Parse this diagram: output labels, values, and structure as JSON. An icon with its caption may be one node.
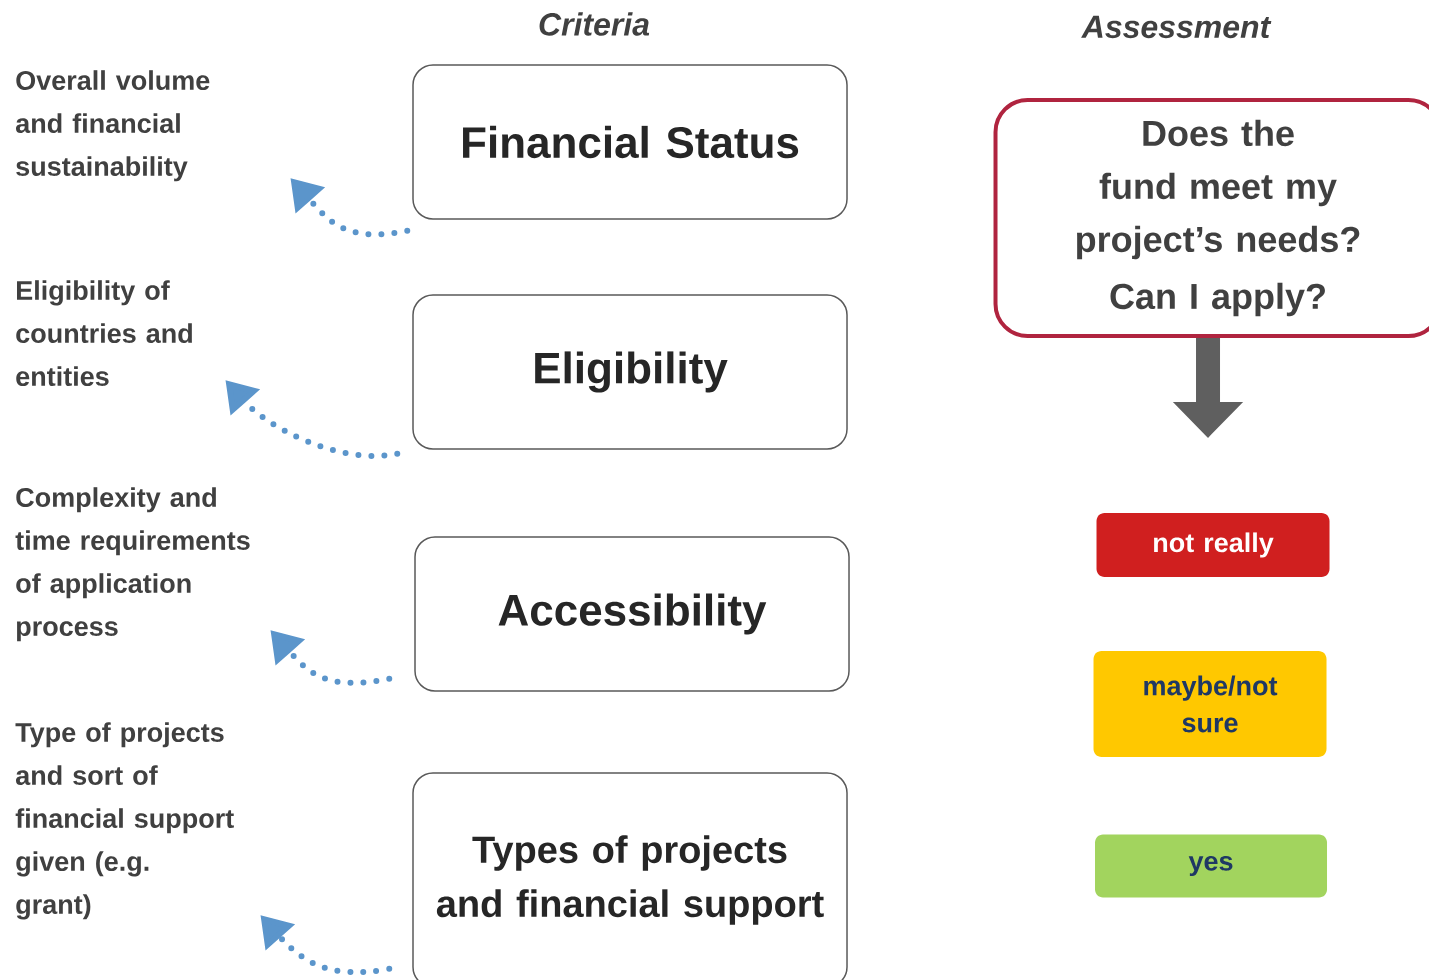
{
  "diagram": {
    "nodes": [
      {
        "text": [
          "Financial Status"
        ]
      },
      {
        "text": [
          "Eligibility"
        ]
      },
      {
        "text": [
          "Accessibility"
        ]
      },
      {
        "text": [
          "Types of projects and financial support"
        ]
      },
      {
        "text": [
          "Overall volume and financial sustainability"
        ]
      },
      {
        "text": [
          "Eligibility of countries and entities"
        ]
      },
      {
        "text": [
          "Complexity and time requirements of application process"
        ]
      },
      {
        "text": [
          "Type of projects and sort of financial support given (e.g. grant)"
        ]
      },
      {
        "text": [
          "Does the fund meet my project’s needs?",
          "Can I apply?"
        ]
      },
      {
        "text": [
          "not really"
        ]
      },
      {
        "text": [
          "maybe/not sure"
        ]
      },
      {
        "text": [
          "yes"
        ]
      }
    ],
    "edges": [
      {
        "from": 0,
        "to": 4,
        "arrow": "to",
        "style": "dashed"
      },
      {
        "from": 1,
        "to": 5,
        "arrow": "to",
        "style": "dashed"
      },
      {
        "from": 2,
        "to": 6,
        "arrow": "to",
        "style": "dashed"
      },
      {
        "from": 3,
        "to": 7,
        "arrow": "to",
        "style": "dashed"
      },
      {
        "from": 8,
        "to": null,
        "arrow": "to",
        "style": "thick",
        "color": "#5f5f5f"
      }
    ],
    "labels": [
      "Criteria",
      "Assessment"
    ]
  }
}
